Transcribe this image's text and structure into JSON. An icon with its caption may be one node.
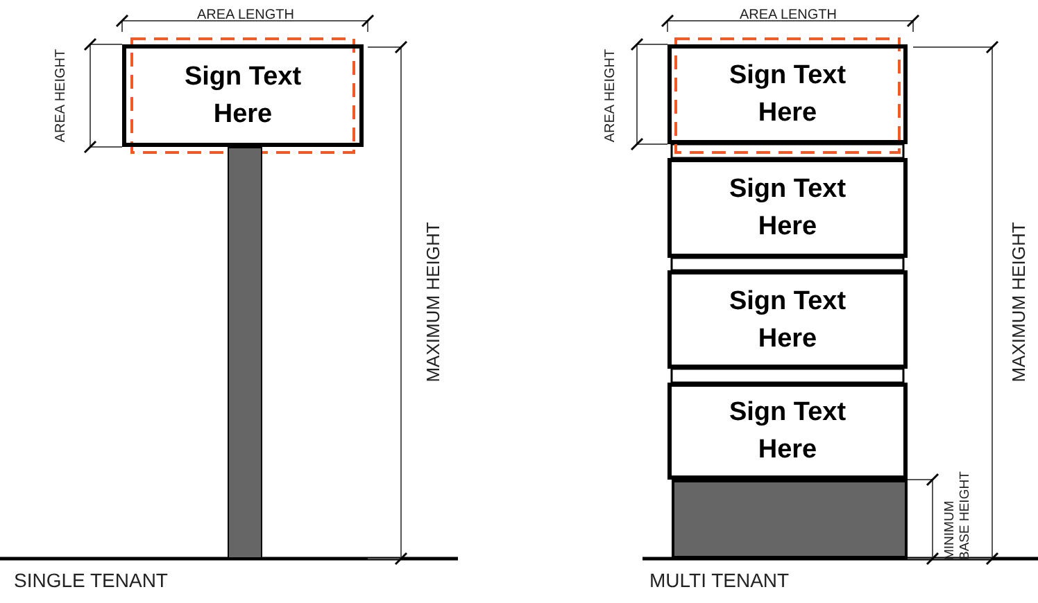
{
  "diagram": {
    "nodes": [
      {
        "text": [
          "Sign Text Here"
        ]
      },
      {
        "text": [],
        "shape": "bar"
      },
      {
        "text": [
          "Sign Text Here"
        ]
      },
      {
        "text": [
          "Sign Text Here"
        ]
      },
      {
        "text": [
          "Sign Text Here"
        ]
      },
      {
        "text": [
          "Sign Text Here"
        ]
      },
      {
        "text": [],
        "shape": "box"
      }
    ],
    "labels": [
      "AREA LENGTH",
      "AREA HEIGHT",
      "MAXIMUM HEIGHT",
      "SINGLE TENANT",
      "AREA LENGTH",
      "AREA HEIGHT",
      "MAXIMUM HEIGHT",
      "MINIMUM BASE HEIGHT",
      "MULTI TENANT"
    ]
  }
}
